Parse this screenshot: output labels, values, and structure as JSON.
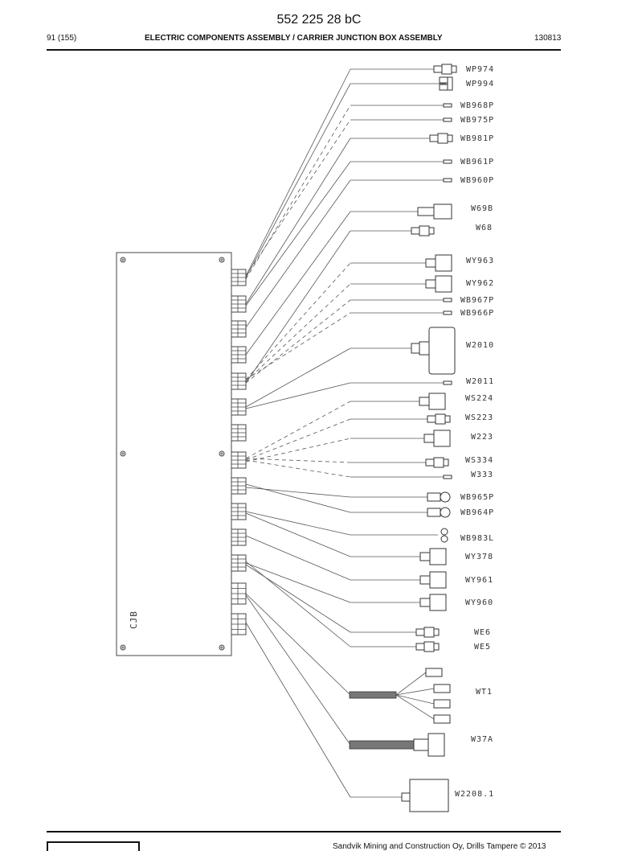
{
  "header": {
    "doc_number": "552 225 28 bC",
    "page_ref": "91 (155)",
    "section_title": "ELECTRIC COMPONENTS ASSEMBLY / CARRIER JUNCTION BOX ASSEMBLY",
    "date_code": "130813"
  },
  "diagram": {
    "junction_box_label": "CJB",
    "connectors": [
      "WP974",
      "WP994",
      "WB968P",
      "WB975P",
      "WB981P",
      "WB961P",
      "WB960P",
      "W69B",
      "W68",
      "WY963",
      "WY962",
      "WB967P",
      "WB966P",
      "W2010",
      "W2011",
      "WS224",
      "WS223",
      "W223",
      "WS334",
      "W333",
      "WB965P",
      "WB964P",
      "WB983L",
      "WY378",
      "WY961",
      "WY960",
      "WE6",
      "WE5",
      "WT1",
      "W37A",
      "W2208.1"
    ]
  },
  "footer": {
    "copyright": "Sandvik Mining and Construction Oy, Drills Tampere © 2013"
  }
}
